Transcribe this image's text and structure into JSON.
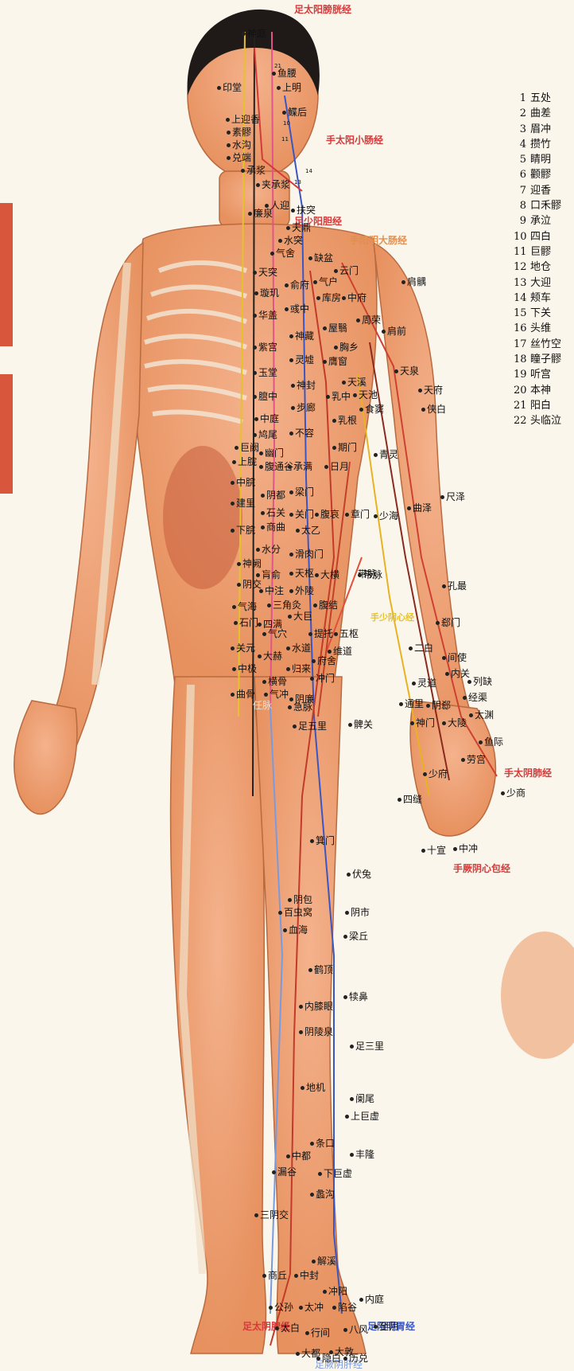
{
  "meridian_labels": {
    "hand_taiyang_small_intestine": "手太阳小肠经",
    "foot_shaoyang_gallbladder": "足少阳胆经",
    "hand_yangming_large_intestine": "手阳明大肠经",
    "hand_shaoyin_heart": "手少阴心经",
    "hand_taiyin_lung": "手太阴肺经",
    "hand_jueyin_pericardium": "手厥阴心包经",
    "foot_taiyin_spleen": "足太阴脾经",
    "foot_yangming_stomach": "足阳明胃经",
    "foot_jueyin_liver": "足厥阴肝经",
    "foot_yangming_stomach_top": "足太阳膀胱经",
    "ren_mai": "任脉",
    "dai_mai": "带脉"
  },
  "head_numbers": [
    "21",
    "10",
    "11",
    "14",
    "13"
  ],
  "legend": [
    {
      "n": "1",
      "name": "五处"
    },
    {
      "n": "2",
      "name": "曲差"
    },
    {
      "n": "3",
      "name": "眉冲"
    },
    {
      "n": "4",
      "name": "攒竹"
    },
    {
      "n": "5",
      "name": "睛明"
    },
    {
      "n": "6",
      "name": "颧髎"
    },
    {
      "n": "7",
      "name": "迎香"
    },
    {
      "n": "8",
      "name": "口禾髎"
    },
    {
      "n": "9",
      "name": "承泣"
    },
    {
      "n": "10",
      "name": "四白"
    },
    {
      "n": "11",
      "name": "巨髎"
    },
    {
      "n": "12",
      "name": "地仓"
    },
    {
      "n": "13",
      "name": "大迎"
    },
    {
      "n": "14",
      "name": "颊车"
    },
    {
      "n": "15",
      "name": "下关"
    },
    {
      "n": "16",
      "name": "头维"
    },
    {
      "n": "17",
      "name": "丝竹空"
    },
    {
      "n": "18",
      "name": "瞳子髎"
    },
    {
      "n": "19",
      "name": "听宫"
    },
    {
      "n": "20",
      "name": "本神"
    },
    {
      "n": "21",
      "name": "阳白"
    },
    {
      "n": "22",
      "name": "头临泣"
    }
  ],
  "points": [
    "神庭",
    "鱼腰",
    "上明",
    "印堂",
    "鲽后",
    "上迎香",
    "素髎",
    "水沟",
    "兑端",
    "承浆",
    "夹承浆",
    "人迎",
    "廉泉",
    "扶突",
    "天鼎",
    "水突",
    "气舍",
    "缺盆",
    "天突",
    "俞府",
    "气户",
    "云门",
    "库房",
    "中府",
    "肩髃",
    "璇玑",
    "彧中",
    "华盖",
    "神藏",
    "屋翳",
    "周荣",
    "肩前",
    "紫宫",
    "灵墟",
    "胸乡",
    "膺窗",
    "玉堂",
    "神封",
    "天溪",
    "天泉",
    "天府",
    "膻中",
    "乳中",
    "天池",
    "侠白",
    "中庭",
    "步廊",
    "食窦",
    "乳根",
    "鸠尾",
    "巨阙",
    "幽门",
    "不容",
    "期门",
    "青灵",
    "上脘",
    "腹通谷",
    "承满",
    "日月",
    "中脘",
    "阴都",
    "梁门",
    "尺泽",
    "建里",
    "石关",
    "关门",
    "腹哀",
    "章门",
    "少海",
    "曲泽",
    "下脘",
    "商曲",
    "太乙",
    "水分",
    "滑肉门",
    "神阙",
    "肓俞",
    "天枢",
    "大横",
    "带脉",
    "孔最",
    "阴交",
    "中注",
    "外陵",
    "气海",
    "三角灸",
    "腹结",
    "石门",
    "四满",
    "大巨",
    "关元",
    "气穴",
    "提托",
    "五枢",
    "郄门",
    "二白",
    "水道",
    "维道",
    "间使",
    "大赫",
    "中极",
    "府舍",
    "内关",
    "列缺",
    "曲骨",
    "横骨",
    "归来",
    "冲门",
    "灵道",
    "经渠",
    "阴廉",
    "气冲",
    "急脉",
    "通里",
    "阴郄",
    "太渊",
    "神门",
    "大陵",
    "鱼际",
    "足五里",
    "髀关",
    "少府",
    "劳宫",
    "四缝",
    "少商",
    "十宣",
    "中冲",
    "箕门",
    "伏兔",
    "阴包",
    "阴市",
    "百虫窝",
    "血海",
    "梁丘",
    "鹤顶",
    "犊鼻",
    "内膝眼",
    "阴陵泉",
    "足三里",
    "地机",
    "阑尾",
    "上巨虚",
    "条口",
    "丰隆",
    "中都",
    "漏谷",
    "下巨虚",
    "蠡沟",
    "三阴交",
    "解溪",
    "商丘",
    "中封",
    "冲阳",
    "公孙",
    "太冲",
    "陷谷",
    "内庭",
    "太白",
    "行间",
    "八风",
    "大都",
    "隐白",
    "历兑",
    "至阴",
    "大敦"
  ]
}
